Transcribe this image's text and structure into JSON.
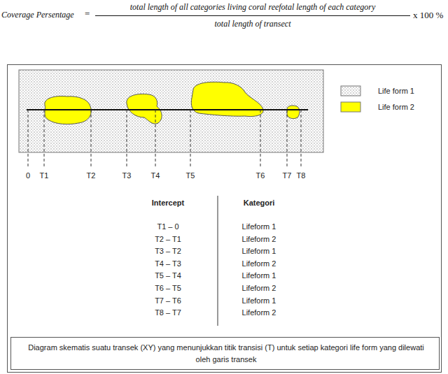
{
  "diagram": {
    "caption": "Diagram skematis suatu transek (XY) yang menunjukkan titik transisi (T) untuk setiap kategori life form yang dilewati oleh garis transek",
    "labels": [
      "Coverage Persentage",
      "=",
      "total length of all categories living coral reefotal length of each category",
      "total length of transect",
      "x 100 %",
      "0",
      "T1",
      "T2",
      "T3",
      "T4",
      "T5",
      "T6",
      "T7",
      "T8",
      "Intercept",
      "Kategori",
      "T1 – 0",
      "Lifeform 1",
      "T2 – T1",
      "Lifeform 2",
      "T3 – T2",
      "Lifeform 1",
      "T4 – T3",
      "Lifeform 2",
      "T5 – T4",
      "Lifeform 1",
      "T6 – T5",
      "Lifeform 2",
      "T7 – T6",
      "Lifeform 1",
      "T8 – T7",
      "Lifeform 2"
    ],
    "legend": [
      {
        "text": "Life form 1"
      },
      {
        "text": "Life form 2",
        "color": "#ffff00"
      }
    ]
  }
}
